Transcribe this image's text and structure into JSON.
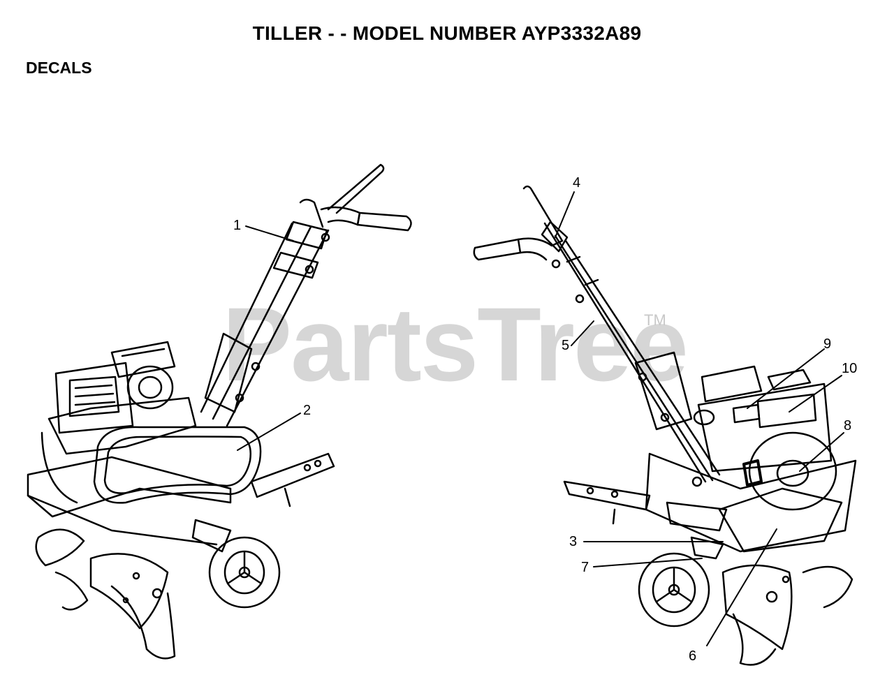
{
  "header": {
    "title": "TILLER - - MODEL NUMBER AYP3332A89",
    "section": "DECALS"
  },
  "watermark": {
    "text": "PartsTree",
    "tm": "TM"
  },
  "callouts": [
    "1",
    "2",
    "3",
    "4",
    "5",
    "6",
    "7",
    "8",
    "9",
    "10"
  ]
}
